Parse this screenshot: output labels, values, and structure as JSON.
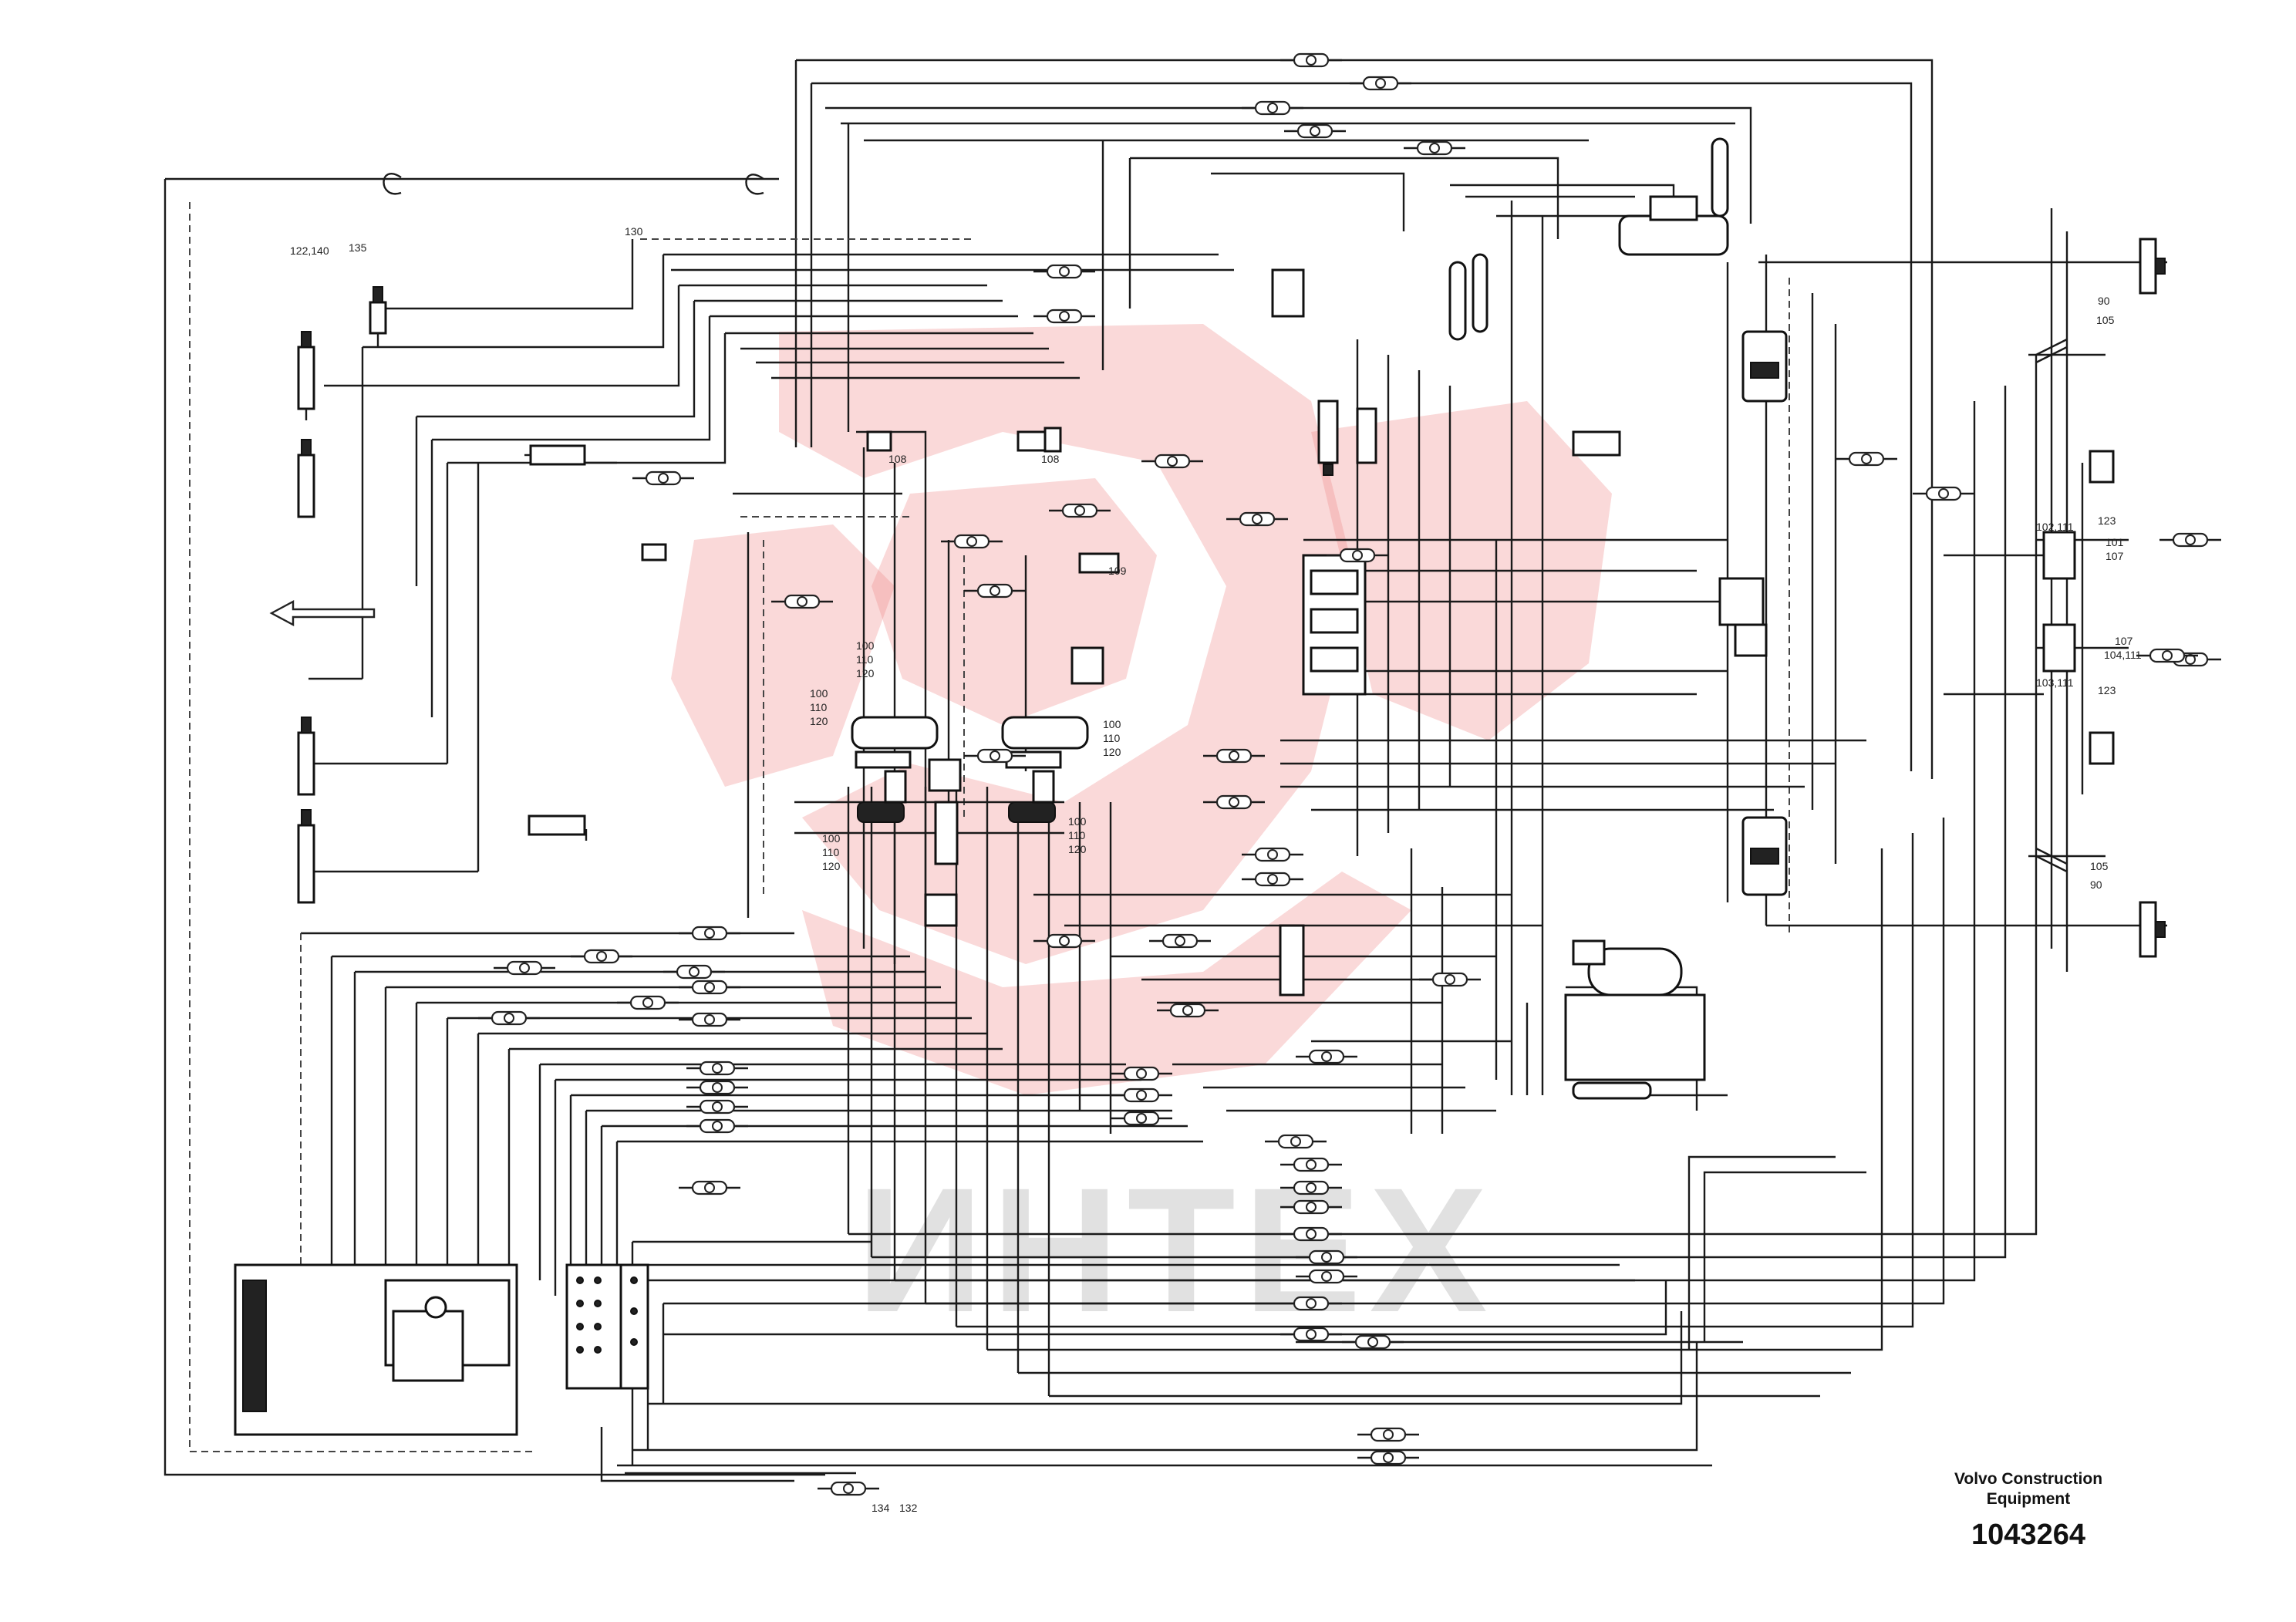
{
  "sheet": {
    "company": "Volvo Construction\nEquipment",
    "drawing_number": "1043264",
    "watermark_text": "ИНТЕХ",
    "watermark_color": "#f08c8c",
    "line_color": "#1a1a1a"
  },
  "refs": {
    "r122": "122,140",
    "r135": "135",
    "r130": "130",
    "r108a": "108",
    "r108b": "108",
    "r109": "109",
    "r100a": "100",
    "r110a": "110",
    "r120a": "120",
    "r100b": "100",
    "r110b": "110",
    "r120b": "120",
    "r100c": "100",
    "r110c": "110",
    "r120c": "120",
    "r100d": "100",
    "r110d": "110",
    "r120d": "120",
    "r100e": "100",
    "r110e": "110",
    "r120e": "120",
    "r90a": "90",
    "r105a": "105",
    "r102": "102,111",
    "r123a": "123",
    "r101": "101",
    "r107a": "107",
    "r107b": "107",
    "r104": "104,111",
    "r103": "103,111",
    "r123b": "123",
    "r105b": "105",
    "r90b": "90",
    "r134": "134",
    "r132": "132"
  }
}
